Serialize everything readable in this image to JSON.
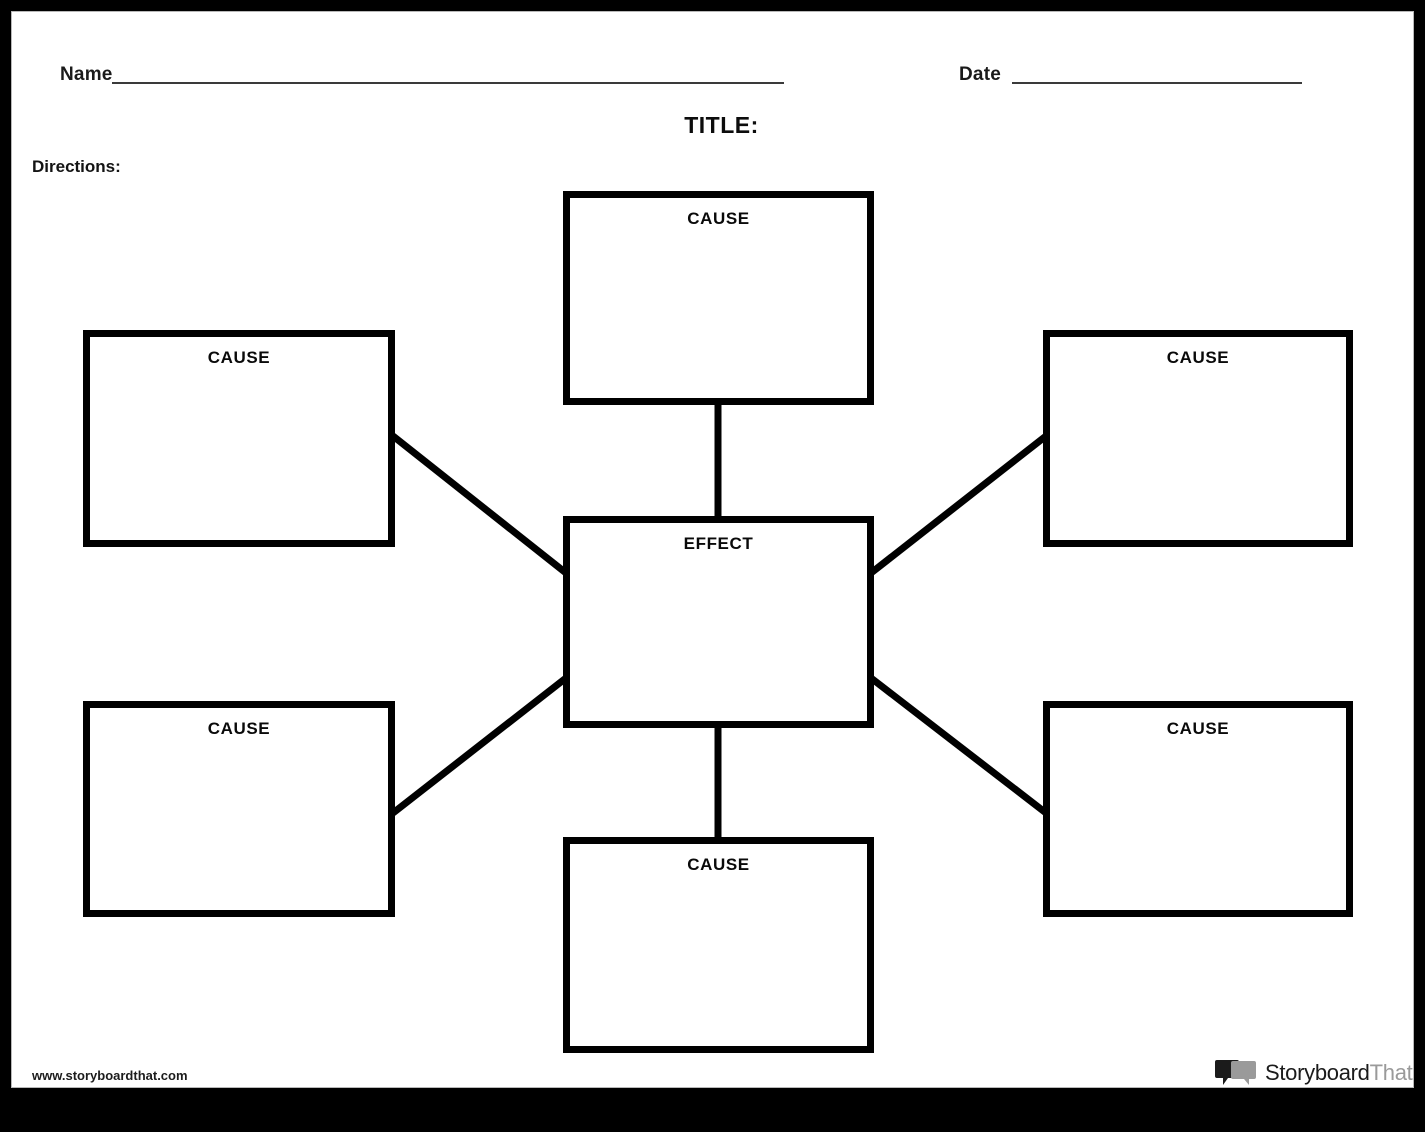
{
  "page": {
    "title_label": "TITLE:",
    "directions_label": "Directions:",
    "name_label": "Name",
    "date_label": "Date",
    "name_value": "",
    "date_value": "",
    "title_value": ""
  },
  "diagram": {
    "type": "cause-and-effect-web",
    "center": {
      "id": "effect",
      "label": "EFFECT",
      "content": ""
    },
    "nodes": [
      {
        "id": "cause-top",
        "label": "CAUSE",
        "content": "",
        "position": "top"
      },
      {
        "id": "cause-left-1",
        "label": "CAUSE",
        "content": "",
        "position": "left-upper"
      },
      {
        "id": "cause-left-2",
        "label": "CAUSE",
        "content": "",
        "position": "left-lower"
      },
      {
        "id": "cause-right-1",
        "label": "CAUSE",
        "content": "",
        "position": "right-upper"
      },
      {
        "id": "cause-right-2",
        "label": "CAUSE",
        "content": "",
        "position": "right-lower"
      },
      {
        "id": "cause-bottom",
        "label": "CAUSE",
        "content": "",
        "position": "bottom"
      }
    ],
    "connector_color": "#000000"
  },
  "footer": {
    "url": "www.storyboardthat.com",
    "logo_text_primary": "Storyboard",
    "logo_text_secondary": "That"
  },
  "colors": {
    "frame": "#000000",
    "paper": "#ffffff",
    "ink": "#000000",
    "rule": "#3a3a3a",
    "logo_gray": "#9a9a9a"
  }
}
